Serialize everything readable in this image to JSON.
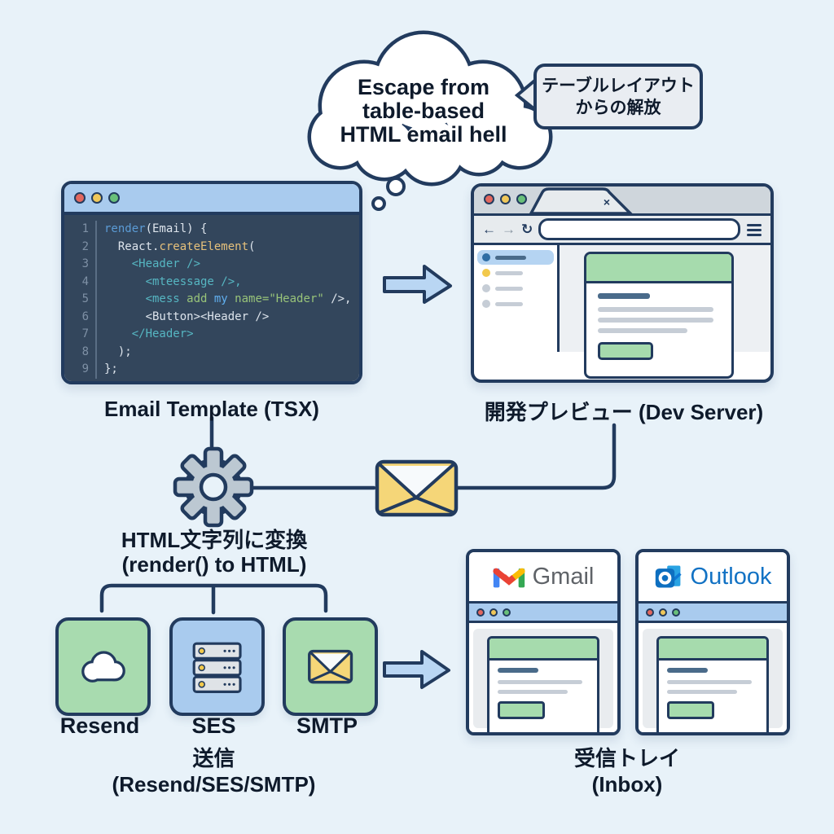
{
  "colors": {
    "background": "#E8F2F9",
    "outline_navy": "#223B5E",
    "accent_blue": "#A9CBEE",
    "accent_green": "#A8DBAF",
    "accent_yellow": "#F5D678",
    "arrow_blue": "#B9D6F3",
    "editor_bg": "#33465C",
    "traffic_red": "#E2675E",
    "traffic_yellow": "#F0C85A",
    "traffic_green": "#69C07A"
  },
  "thought": {
    "line1": "Escape from",
    "line2": "table-based",
    "line3": "HTML email hell"
  },
  "speech": {
    "line1": "テーブルレイアウト",
    "line2": "からの解放"
  },
  "editor": {
    "label": "Email Template (TSX)",
    "lines": [
      {
        "n": "1",
        "s": [
          {
            "t": "render"
          },
          {
            "t": "(Email) {"
          }
        ]
      },
      {
        "n": "2",
        "s": [
          {
            "t": "  React."
          },
          {
            "t": "createElement"
          },
          {
            "t": "("
          }
        ]
      },
      {
        "n": "3",
        "s": [
          {
            "t": "    <Header />"
          }
        ]
      },
      {
        "n": "4",
        "s": [
          {
            "t": "      <mteessage />,"
          }
        ]
      },
      {
        "n": "5",
        "s": [
          {
            "t": "      <mess "
          },
          {
            "t": "add "
          },
          {
            "t": "my "
          },
          {
            "t": "name="
          },
          {
            "t": "\"Header\""
          },
          {
            "t": " />,"
          }
        ]
      },
      {
        "n": "6",
        "s": [
          {
            "t": "      <Button><Header />"
          }
        ]
      },
      {
        "n": "7",
        "s": [
          {
            "t": "    </Header>"
          }
        ]
      },
      {
        "n": "8",
        "s": [
          {
            "t": "  );"
          }
        ]
      },
      {
        "n": "9",
        "s": [
          {
            "t": "};"
          }
        ]
      }
    ]
  },
  "browser": {
    "label": "開発プレビュー (Dev Server)",
    "tab_close": "×",
    "back_icon": "←",
    "forward_icon": "→",
    "reload_icon": "↻"
  },
  "convert": {
    "line1": "HTML文字列に変換",
    "line2": "(render() to HTML)"
  },
  "services": {
    "resend": "Resend",
    "ses": "SES",
    "smtp": "SMTP",
    "label1": "送信",
    "label2": "(Resend/SES/SMTP)"
  },
  "inbox": {
    "gmail": "Gmail",
    "outlook": "Outlook",
    "label1": "受信トレイ",
    "label2": "(Inbox)"
  }
}
